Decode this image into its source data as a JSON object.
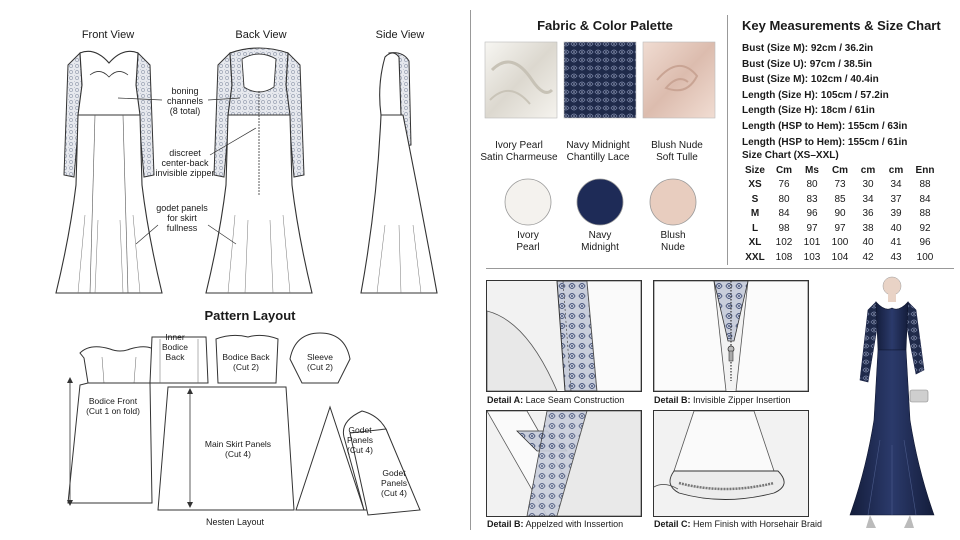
{
  "views": {
    "front": "Front View",
    "back": "Back View",
    "side": "Side View"
  },
  "callouts": {
    "boning": "boning\nchannels\n(8 total)",
    "zipper": "discreet\ncenter-back\ninvisible zipper",
    "godet": "godet panels\nfor skirt\nfullness"
  },
  "pattern": {
    "title": "Pattern Layout",
    "footer": "Nesten Layout",
    "pieces": {
      "inner_bodice": "Inner\nBodice\nBack",
      "bodice_back": "Bodice Back\n(Cut 2)",
      "sleeve": "Sleeve\n(Cut 2)",
      "bodice_front": "Bodice Front\n(Cut 1 on fold)",
      "skirt": "Main Skirt Panels\n(Cut 4)",
      "godet1": "Godet\nPanels\n(Cut 4)",
      "godet2": "Godet\nPanels\n(Cut 4)"
    }
  },
  "fabric": {
    "title": "Fabric & Color Palette",
    "swatches": [
      {
        "name": "Ivory Pearl\nSatin Charmeuse",
        "color": "#ece9e2"
      },
      {
        "name": "Navy Midnight\nChantilly Lace",
        "color": "#1f2a4a"
      },
      {
        "name": "Blush Nude\nSoft Tulle",
        "color": "#ead0c4"
      }
    ],
    "chips": [
      {
        "name": "Ivory\nPearl",
        "color": "#f4f2ee"
      },
      {
        "name": "Navy\nMidnight",
        "color": "#1e2b57"
      },
      {
        "name": "Blush\nNude",
        "color": "#e8cdbf"
      }
    ]
  },
  "measurements": {
    "title": "Key Measurements & Size Chart",
    "lines": [
      "Bust (Size M): 92cm / 36.2in",
      "Bust (Size U): 97cm / 38.5in",
      "Bust (Size M): 102cm / 40.4in",
      "Length (Size H): 105cm / 57.2in",
      "Length (Size H): 18cm / 61in",
      "Length (HSP to Hem): 155cm / 63in",
      "Length (HSP to Hem): 155cm / 61in"
    ],
    "chart_title": "Size Chart (XS–XXL)",
    "headers": [
      "Size",
      "Cm",
      "Ms",
      "Cm",
      "cm",
      "cm",
      "Enn"
    ],
    "rows": [
      [
        "XS",
        "76",
        "80",
        "73",
        "30",
        "34",
        "88"
      ],
      [
        "S",
        "80",
        "83",
        "85",
        "34",
        "37",
        "84"
      ],
      [
        "M",
        "84",
        "96",
        "90",
        "36",
        "39",
        "88"
      ],
      [
        "L",
        "98",
        "97",
        "97",
        "38",
        "40",
        "92"
      ],
      [
        "XL",
        "102",
        "101",
        "100",
        "40",
        "41",
        "96"
      ],
      [
        "XXL",
        "108",
        "103",
        "104",
        "42",
        "43",
        "100"
      ]
    ]
  },
  "details": [
    {
      "prefix": "Detail A:",
      "text": " Lace Seam Construction"
    },
    {
      "prefix": "Detail B:",
      "text": " Invisible Zipper Insertion"
    },
    {
      "prefix": "Detail B:",
      "text": " Appelzed with Inssertion"
    },
    {
      "prefix": "Detail C:",
      "text": " Hem Finish with Horsehair Braid"
    }
  ],
  "colors": {
    "navy": "#1e2b57",
    "lace": "#9aa3b8",
    "line": "#333333"
  }
}
